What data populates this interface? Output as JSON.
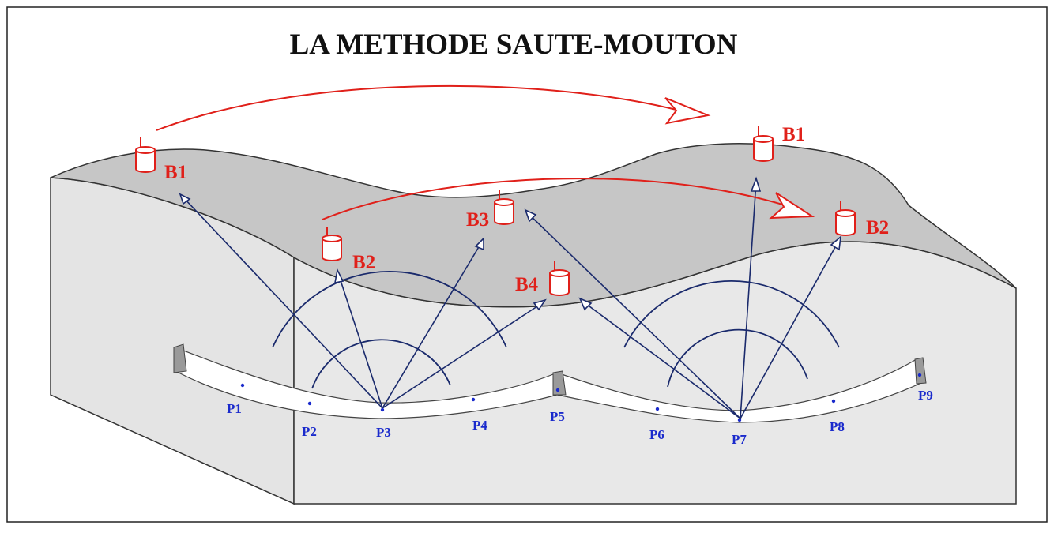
{
  "title": "LA METHODE  SAUTE-MOUTON",
  "colors": {
    "beacon": "#e0201a",
    "ray": "#1a2a6c",
    "point": "#1a2acc",
    "surface": "#c6c6c6",
    "block_side": "#e6e6e6",
    "gallery": "#ffffff",
    "outline": "#333333"
  },
  "beacons_first_station": [
    {
      "label": "B1",
      "icon": "beacon-cylinder-icon"
    },
    {
      "label": "B2",
      "icon": "beacon-cylinder-icon"
    },
    {
      "label": "B3",
      "icon": "beacon-cylinder-icon"
    },
    {
      "label": "B4",
      "icon": "beacon-cylinder-icon"
    }
  ],
  "beacons_second_station": [
    {
      "label": "B1",
      "icon": "beacon-cylinder-icon"
    },
    {
      "label": "B2",
      "icon": "beacon-cylinder-icon"
    }
  ],
  "points": [
    "P1",
    "P2",
    "P3",
    "P4",
    "P5",
    "P6",
    "P7",
    "P8",
    "P9"
  ],
  "arrows": [
    "leapfrog-arrow-B1",
    "leapfrog-arrow-B2"
  ]
}
